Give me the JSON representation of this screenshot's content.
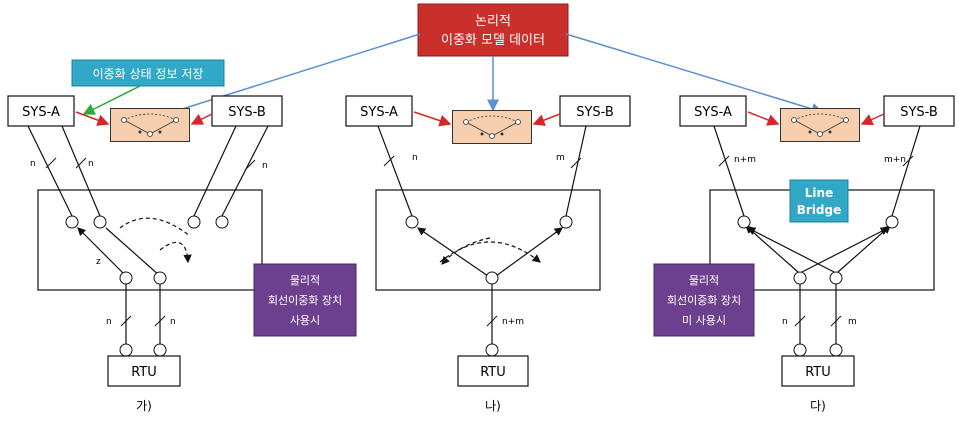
{
  "top_box": {
    "line1": "논리적",
    "line2": "이중화 모델 데이터",
    "color": "#c9302c"
  },
  "state_note": {
    "label": "이중화 상태 정보 저장",
    "color": "#31a8c8"
  },
  "line_bridge": {
    "line1": "Line",
    "line2": "Bridge",
    "color": "#31a8c8"
  },
  "purple_box_a": {
    "line1": "물리적",
    "line2": "회선이중화 장치",
    "line3": "사용시",
    "color": "#6d3f8f"
  },
  "purple_box_c": {
    "line1": "물리적",
    "line2": "회선이중화 장치",
    "line3": "미 사용시",
    "color": "#6d3f8f"
  },
  "model_box_color": "#f8cfae",
  "panels": [
    {
      "caption": "가)",
      "sys_a": "SYS-A",
      "sys_b": "SYS-B",
      "rtu": "RTU",
      "labels": {
        "left_top1": "n",
        "left_top2": "n",
        "right_top": "n",
        "mid": "z",
        "bot1": "n",
        "bot2": "n"
      }
    },
    {
      "caption": "나)",
      "sys_a": "SYS-A",
      "sys_b": "SYS-B",
      "rtu": "RTU",
      "labels": {
        "left_top": "n",
        "right_top": "m",
        "bot": "n+m"
      }
    },
    {
      "caption": "다)",
      "sys_a": "SYS-A",
      "sys_b": "SYS-B",
      "rtu": "RTU",
      "labels": {
        "left_top": "n+m",
        "right_top": "m+n",
        "bot1": "n",
        "bot2": "m"
      }
    }
  ]
}
